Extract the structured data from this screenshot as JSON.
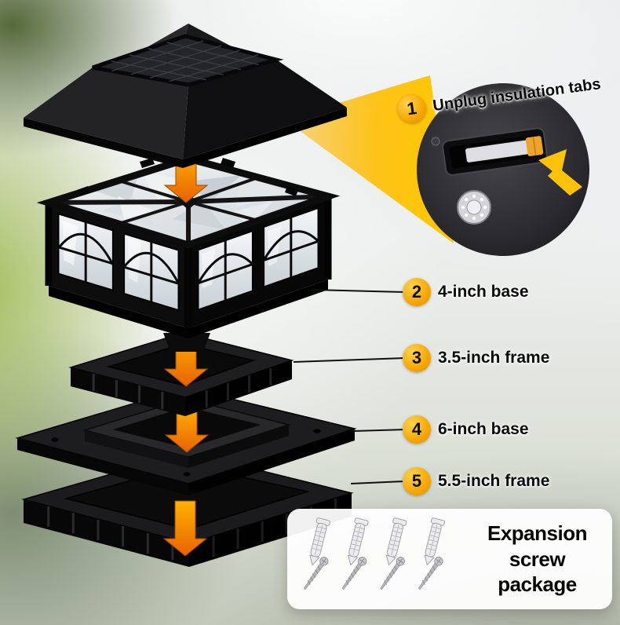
{
  "diagram": {
    "callouts": [
      {
        "num": "1",
        "label": "Unplug insulation tabs"
      },
      {
        "num": "2",
        "label": "4-inch base"
      },
      {
        "num": "3",
        "label": "3.5-inch frame"
      },
      {
        "num": "4",
        "label": "6-inch base"
      },
      {
        "num": "5",
        "label": "5.5-inch frame"
      }
    ],
    "screw_package": {
      "line1": "Expansion",
      "line2": "screw package"
    },
    "colors": {
      "badge_gold": "#F5A300",
      "arrow_orange": "#F07800",
      "beam_yellow": "#FFC400"
    }
  }
}
